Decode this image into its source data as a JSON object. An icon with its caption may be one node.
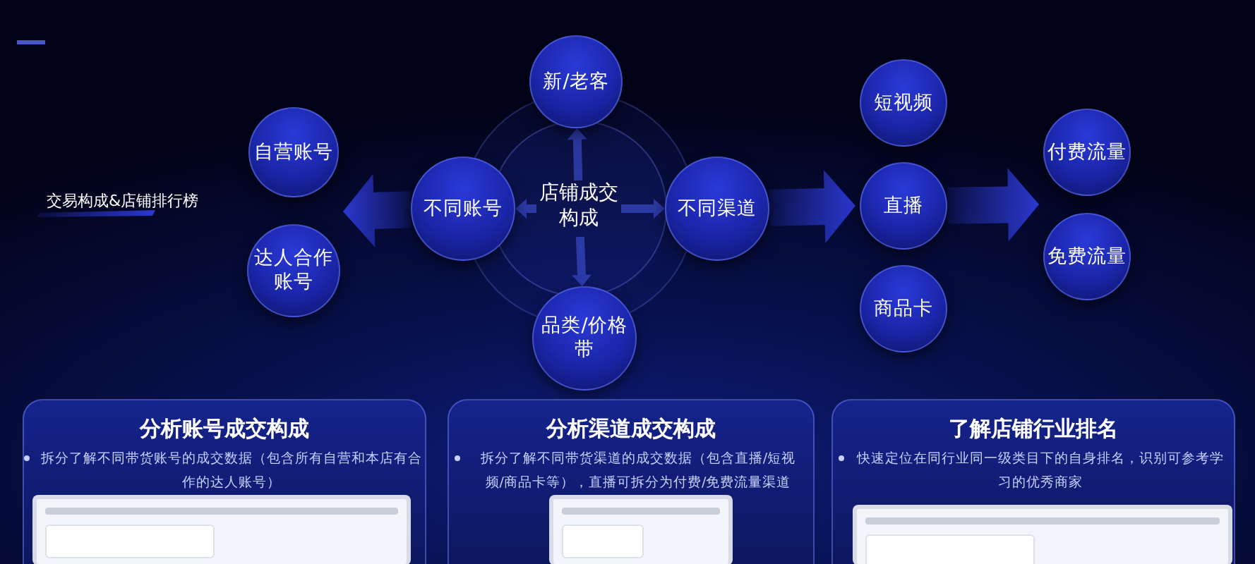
{
  "diagram": {
    "title": "交易构成&店铺排行榜",
    "nodes": [
      {
        "text": [
          "自营账号"
        ]
      },
      {
        "text": [
          "达人合作账号"
        ]
      },
      {
        "text": [
          "新/老客"
        ]
      },
      {
        "text": [
          "不同账号"
        ]
      },
      {
        "text": [
          "店铺成交构成"
        ]
      },
      {
        "text": [
          "不同渠道"
        ]
      },
      {
        "text": [
          "品类/价格带"
        ]
      },
      {
        "text": [
          "短视频"
        ]
      },
      {
        "text": [
          "直播"
        ]
      },
      {
        "text": [
          "商品卡"
        ]
      },
      {
        "text": [
          "付费流量"
        ]
      },
      {
        "text": [
          "免费流量"
        ]
      },
      {
        "text": [
          "分析账号成交构成",
          "拆分了解不同带货账号的成交数据（包含所有自营和本店有合作的达人账号）"
        ]
      },
      {
        "text": [
          "分析渠道成交构成",
          "拆分了解不同带货渠道的成交数据（包含直播/短视频/商品卡等），直播可拆分为付费/免费流量渠道"
        ]
      },
      {
        "text": [
          "了解店铺行业排名",
          "快速定位在同行业同一级类目下的自身排名，识别可参考学习的优秀商家"
        ]
      }
    ],
    "edges": [
      {
        "from": 3,
        "to": 0,
        "arrow": "to"
      },
      {
        "from": 3,
        "to": 1,
        "arrow": "to"
      },
      {
        "from": 4,
        "to": 2,
        "arrow": "to"
      },
      {
        "from": 4,
        "to": 3,
        "arrow": "to"
      },
      {
        "from": 4,
        "to": 5,
        "arrow": "to"
      },
      {
        "from": 4,
        "to": 6,
        "arrow": "to"
      },
      {
        "from": 5,
        "to": 7,
        "arrow": "to"
      },
      {
        "from": 5,
        "to": 8,
        "arrow": "to"
      },
      {
        "from": 5,
        "to": 9,
        "arrow": "to"
      },
      {
        "from": 8,
        "to": 10,
        "arrow": "to"
      },
      {
        "from": 8,
        "to": 11,
        "arrow": "to"
      }
    ]
  }
}
